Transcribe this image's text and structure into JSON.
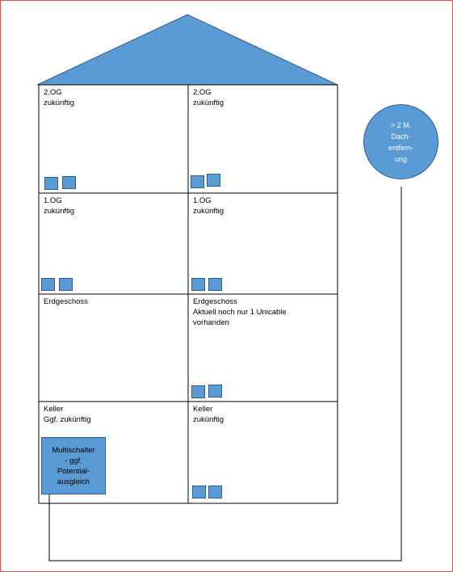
{
  "floors": [
    {
      "left": {
        "text": "2.OG\nzukünftig",
        "boxes": 2
      },
      "right": {
        "text": "2.OG\nzukünftig",
        "boxes": 2
      }
    },
    {
      "left": {
        "text": "1.OG\nzukünftig",
        "boxes": 2
      },
      "right": {
        "text": "1.OG\nzukünftig",
        "boxes": 2
      }
    },
    {
      "left": {
        "text": "Erdgeschoss",
        "boxes": 0
      },
      "right": {
        "text": "Erdgeschoss\nAktuell noch nur 1 Unicable\nvorhanden",
        "boxes": 2
      }
    },
    {
      "left": {
        "text": "Keller\nGgf. zukünftig",
        "boxes": 0
      },
      "right": {
        "text": "Keller\nzukünftig",
        "boxes": 2
      }
    }
  ],
  "multiswitch": {
    "label": "Multischalter\n- ggf.\nPotential-\nausgleich"
  },
  "dish": {
    "label": "> 2 M.\nDach-\nentfern-\nung"
  },
  "colors": {
    "fill": "#5b9bd5",
    "stroke": "#2f5f8f",
    "frame": "#d9534f"
  }
}
